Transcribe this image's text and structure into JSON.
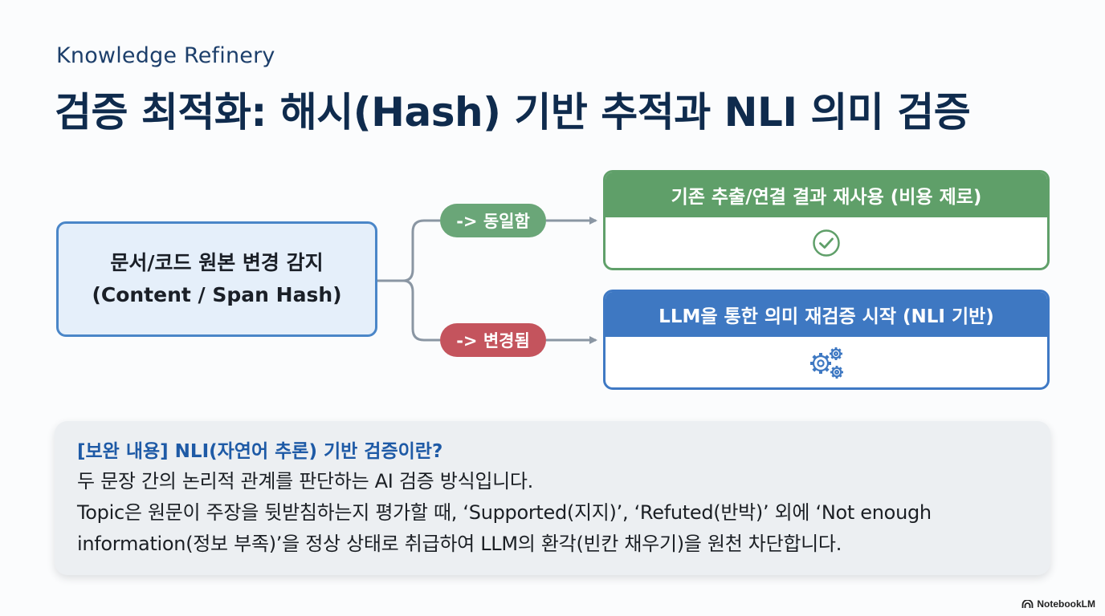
{
  "header": {
    "subtitle": "Knowledge Refinery",
    "title": "검증 최적화: 해시(Hash) 기반 추적과 NLI 의미 검증"
  },
  "flow": {
    "source": {
      "line1": "문서/코드 원본 변경 감지",
      "line2": "(Content / Span Hash)"
    },
    "branch_same": {
      "label": "-> 동일함",
      "color": "#6aa678"
    },
    "branch_changed": {
      "label": "-> 변경됨",
      "color": "#c4545d"
    },
    "result_reuse": {
      "title": "기존 추출/연결 결과 재사용 (비용 제로)",
      "icon": "check-circle-icon",
      "color": "#5f9f69"
    },
    "result_verify": {
      "title": "LLM을 통한 의미 재검증 시작 (NLI 기반)",
      "icon": "gears-icon",
      "color": "#3e78c2"
    }
  },
  "info": {
    "heading": "[보완 내용] NLI(자연어 추론) 기반 검증이란?",
    "lines": [
      "두 문장 간의 논리적 관계를 판단하는 AI 검증 방식입니다.",
      "Topic은 원문이 주장을 뒷받침하는지 평가할 때, ‘Supported(지지)’, ‘Refuted(반박)’ 외에 ‘Not enough",
      "information(정보 부족)’을 정상 상태로 취급하여 LLM의 환각(빈칸 채우기)을 원천 차단합니다."
    ]
  },
  "brand": {
    "label": "NotebookLM",
    "icon": "notebooklm-logo-icon"
  }
}
